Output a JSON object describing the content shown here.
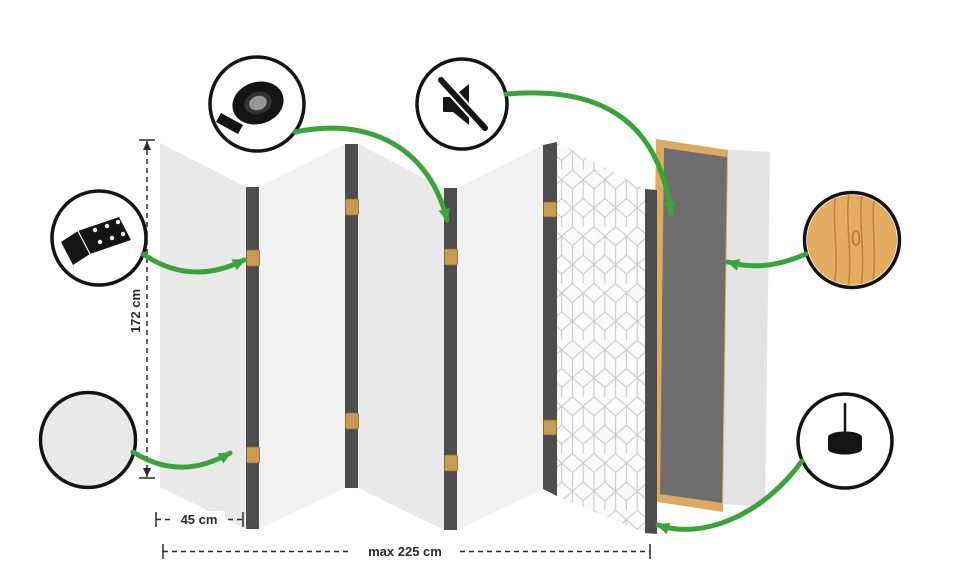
{
  "diagram": {
    "type": "product-specification",
    "panel_count": 5
  },
  "labels": {
    "height": "172 cm",
    "single_panel_width": "45 cm",
    "total_width": "max 225 cm"
  },
  "callouts": [
    {
      "id": "hinge",
      "icon": "hinge-icon"
    },
    {
      "id": "fabric-texture",
      "icon": "fabric-texture-icon"
    },
    {
      "id": "adhesive-tape",
      "icon": "tape-roll-icon"
    },
    {
      "id": "soundproofing",
      "icon": "muted-speaker-icon"
    },
    {
      "id": "wood",
      "icon": "wood-texture-icon"
    },
    {
      "id": "felt-pad",
      "icon": "felt-pad-icon"
    }
  ],
  "colors": {
    "background": "#ffffff",
    "arrow-green": "#3aa43a",
    "panel-light": "#e9e9e9",
    "panel-lighter": "#f1f1f1",
    "panel-edge": "#4d4d4d",
    "hinge-wood": "#c79c52",
    "frame-wood": "#dcab63",
    "core-dark": "#6e6e6e",
    "back-panel": "#e3e3e3",
    "pattern-bg": "#fbfbfb",
    "pattern-line": "#c9c9c9",
    "dimension": "#2b2b2b",
    "icon-black": "#141414",
    "wood-grain": "#c08637"
  }
}
